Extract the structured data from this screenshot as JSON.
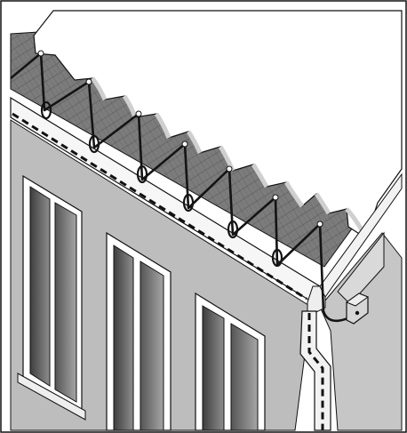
{
  "illustration": {
    "subject": "roof-heat-cable-installation",
    "colors": {
      "wall": "#b9b9b9",
      "wall_shade": "#a9a9a9",
      "shingles": "#7c7c7c",
      "shingle_lines": "#5e5e5e",
      "snow": "#ffffff",
      "snow_shadow": "#d8d8d8",
      "trim": "#f4f4f4",
      "cable": "#141414",
      "window_glass_dark": "#4a4a4a",
      "window_glass_light": "#9a9a9a",
      "outline": "#111111"
    },
    "icons": [
      "heat-cable",
      "gutter",
      "downspout",
      "junction-box",
      "window"
    ]
  }
}
